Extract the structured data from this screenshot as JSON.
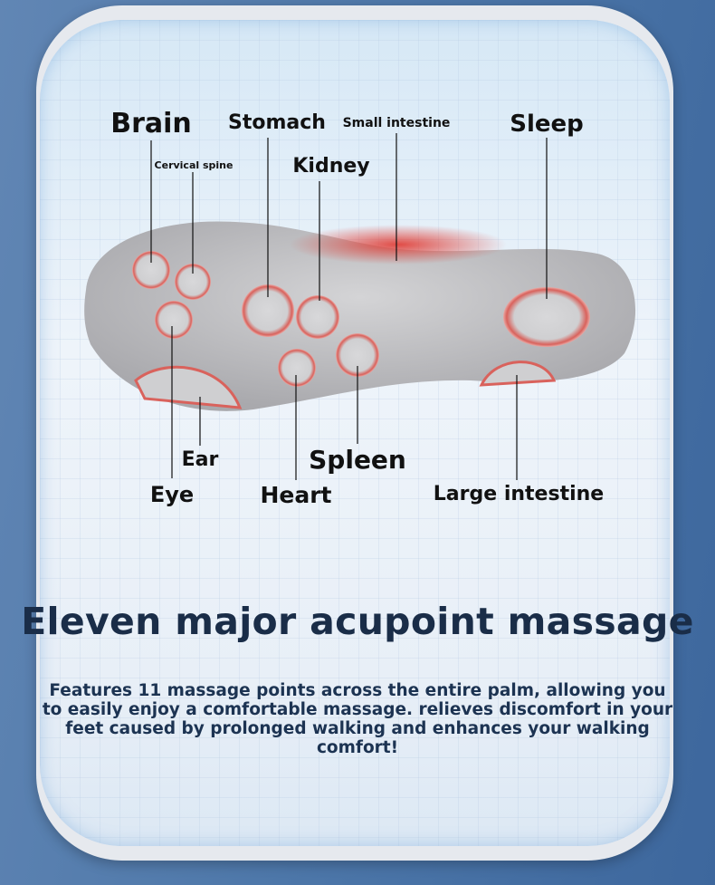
{
  "labels": {
    "brain": "Brain",
    "stomach": "Stomach",
    "small_intestine": "Small intestine",
    "sleep": "Sleep",
    "cervical_spine": "Cervical spine",
    "kidney": "Kidney",
    "ear": "Ear",
    "spleen": "Spleen",
    "eye": "Eye",
    "heart": "Heart",
    "large_intestine": "Large intestine"
  },
  "title": "Eleven major acupoint massage",
  "description": "Features 11 massage points across the entire palm, allowing you to easily enjoy a comfortable massage. relieves discomfort in your feet caused by prolonged walking and enhances your walking comfort!",
  "colors": {
    "title": "#1a2d48",
    "accent_red": "#d9302c",
    "insole": "#b9b9bb"
  }
}
